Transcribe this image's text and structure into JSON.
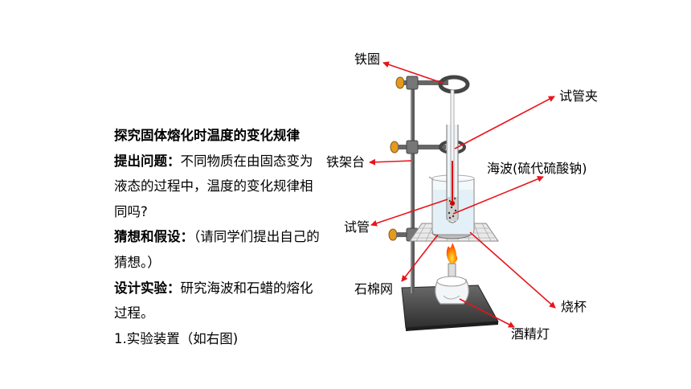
{
  "text": {
    "title": "探究固体熔化时温度的变化规律",
    "question_label": "提出问题：",
    "question_text": "不同物质在由固态变为液态的过程中，温度的变化规律相同吗?",
    "hypothesis_label": "猜想和假设：",
    "hypothesis_text": "（请同学们提出自己的猜想。）",
    "design_label": "设计实验：",
    "design_text": "研究海波和石蜡的熔化过程。",
    "apparatus": "1.实验装置（如右图)"
  },
  "labels": {
    "iron_ring": "铁圈",
    "tube_clamp": "试管夹",
    "iron_stand": "铁架台",
    "hypo": "海波(硫代硫酸钠)",
    "test_tube": "试管",
    "gauze": "石棉网",
    "beaker": "烧杯",
    "lamp": "酒精灯"
  },
  "colors": {
    "arrow": "#e8141b",
    "clamp_knob": "#e39a1f",
    "base": "#4a4a4a",
    "rod": "#555555"
  }
}
